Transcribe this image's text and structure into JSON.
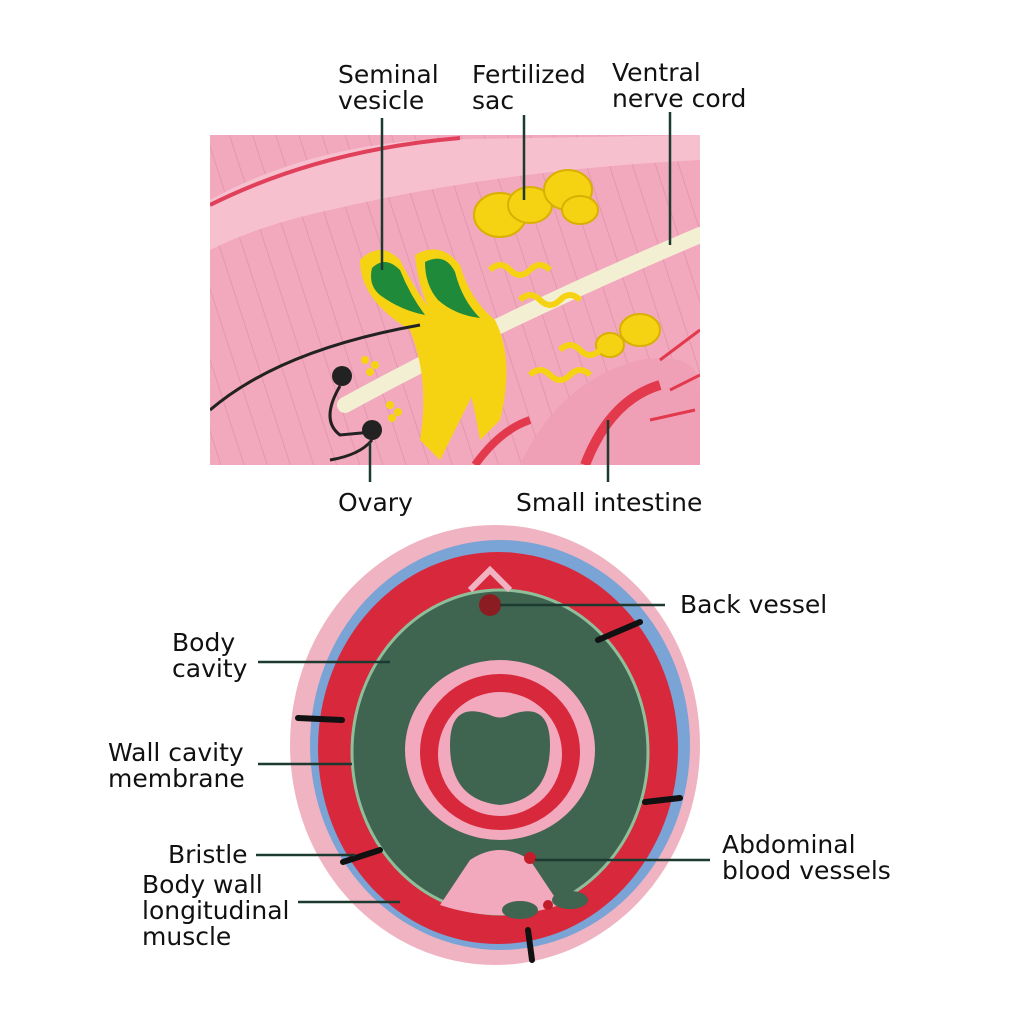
{
  "labels": {
    "seminal_vesicle": "Seminal\nvesicle",
    "fertilized_sac": "Fertilized\nsac",
    "ventral_nerve_cord": "Ventral\nnerve cord",
    "ovary": "Ovary",
    "small_intestine": "Small intestine",
    "back_vessel": "Back vessel",
    "body_cavity": "Body\ncavity",
    "wall_cavity_membrane": "Wall cavity\nmembrane",
    "bristle": "Bristle",
    "body_wall_longitudinal_muscle": "Body wall\nlongitudinal\nmuscle",
    "abdominal_blood_vessels": "Abdominal\nblood vessels"
  },
  "colors": {
    "body_pink": "#f2a8bd",
    "muscle_red": "#d8283c",
    "cavity_green": "#3f6450",
    "seminal_green": "#1e8a3a",
    "reproductive_yellow": "#f5d313",
    "nerve_cream": "#f3efd2",
    "outer_blue": "#7aa3d6",
    "leader_line": "#1d3a30"
  }
}
